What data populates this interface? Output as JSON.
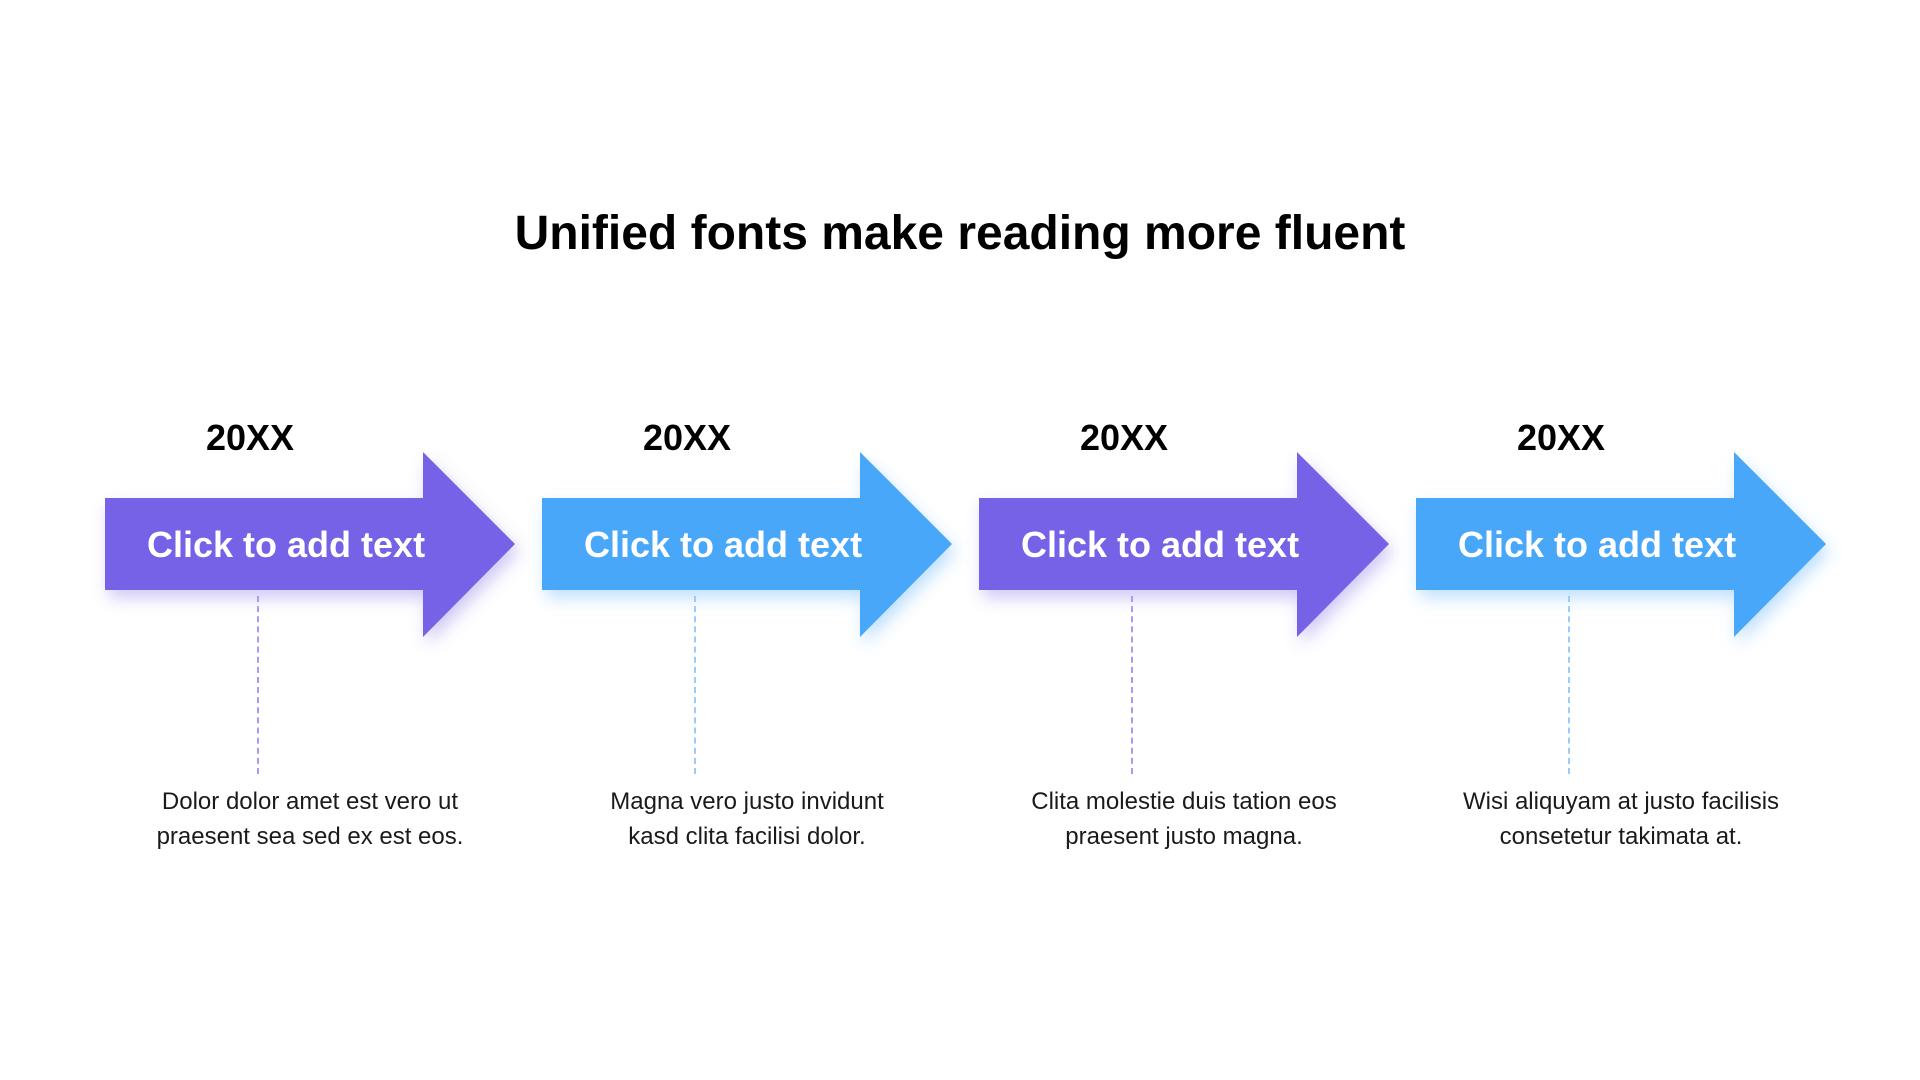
{
  "title": "Unified fonts make reading more fluent",
  "colors": {
    "purple": "#7662E6",
    "blue": "#48A7FA",
    "purple_dash": "#A99CF0",
    "blue_dash": "#9BCBF7"
  },
  "steps": [
    {
      "year": "20XX",
      "label": "Click to add text",
      "description": "Dolor dolor amet est vero ut praesent sea sed ex est eos.",
      "color": "#7662E6"
    },
    {
      "year": "20XX",
      "label": "Click to add text",
      "description": "Magna vero justo invidunt kasd clita facilisi dolor.",
      "color": "#48A7FA"
    },
    {
      "year": "20XX",
      "label": "Click to add text",
      "description": "Clita molestie duis tation eos praesent justo magna.",
      "color": "#7662E6"
    },
    {
      "year": "20XX",
      "label": "Click to add text",
      "description": "Wisi aliquyam at justo facilisis consetetur takimata at.",
      "color": "#48A7FA"
    }
  ]
}
